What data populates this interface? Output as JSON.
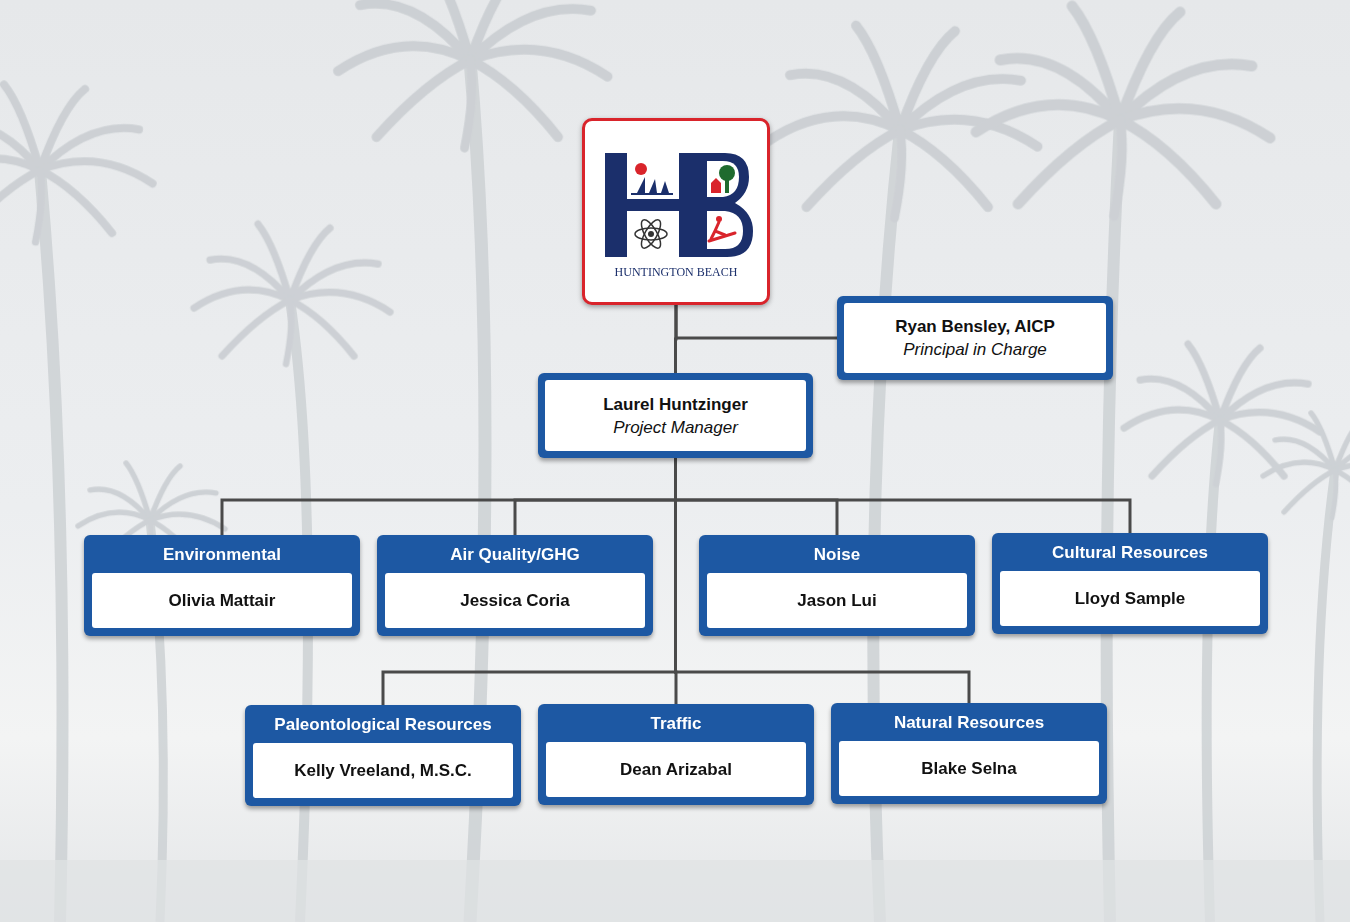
{
  "diagram": {
    "nodes": [
      {
        "text": [
          "HUNTINGTON BEACH"
        ]
      },
      {
        "text": [
          "Ryan Bensley, AICP",
          "Principal in Charge"
        ]
      },
      {
        "text": [
          "Laurel Huntzinger",
          "Project Manager"
        ]
      },
      {
        "text": [
          "Environmental",
          "Olivia Mattair"
        ]
      },
      {
        "text": [
          "Air Quality/GHG",
          "Jessica Coria"
        ]
      },
      {
        "text": [
          "Noise",
          "Jason Lui"
        ]
      },
      {
        "text": [
          "Cultural Resources",
          "Lloyd Sample"
        ]
      },
      {
        "text": [
          "Paleontological Resources",
          "Kelly Vreeland, M.S.C."
        ]
      },
      {
        "text": [
          "Traffic",
          "Dean Arizabal"
        ]
      },
      {
        "text": [
          "Natural Resources",
          "Blake Selna"
        ]
      }
    ],
    "edges": [
      {
        "from": 0,
        "to": 1,
        "arrow": "none"
      },
      {
        "from": 0,
        "to": 2,
        "arrow": "none"
      },
      {
        "from": 2,
        "to": 3,
        "arrow": "none"
      },
      {
        "from": 2,
        "to": 4,
        "arrow": "none"
      },
      {
        "from": 2,
        "to": 5,
        "arrow": "none"
      },
      {
        "from": 2,
        "to": 6,
        "arrow": "none"
      },
      {
        "from": 2,
        "to": 7,
        "arrow": "none"
      },
      {
        "from": 2,
        "to": 8,
        "arrow": "none"
      },
      {
        "from": 2,
        "to": 9,
        "arrow": "none"
      }
    ]
  }
}
